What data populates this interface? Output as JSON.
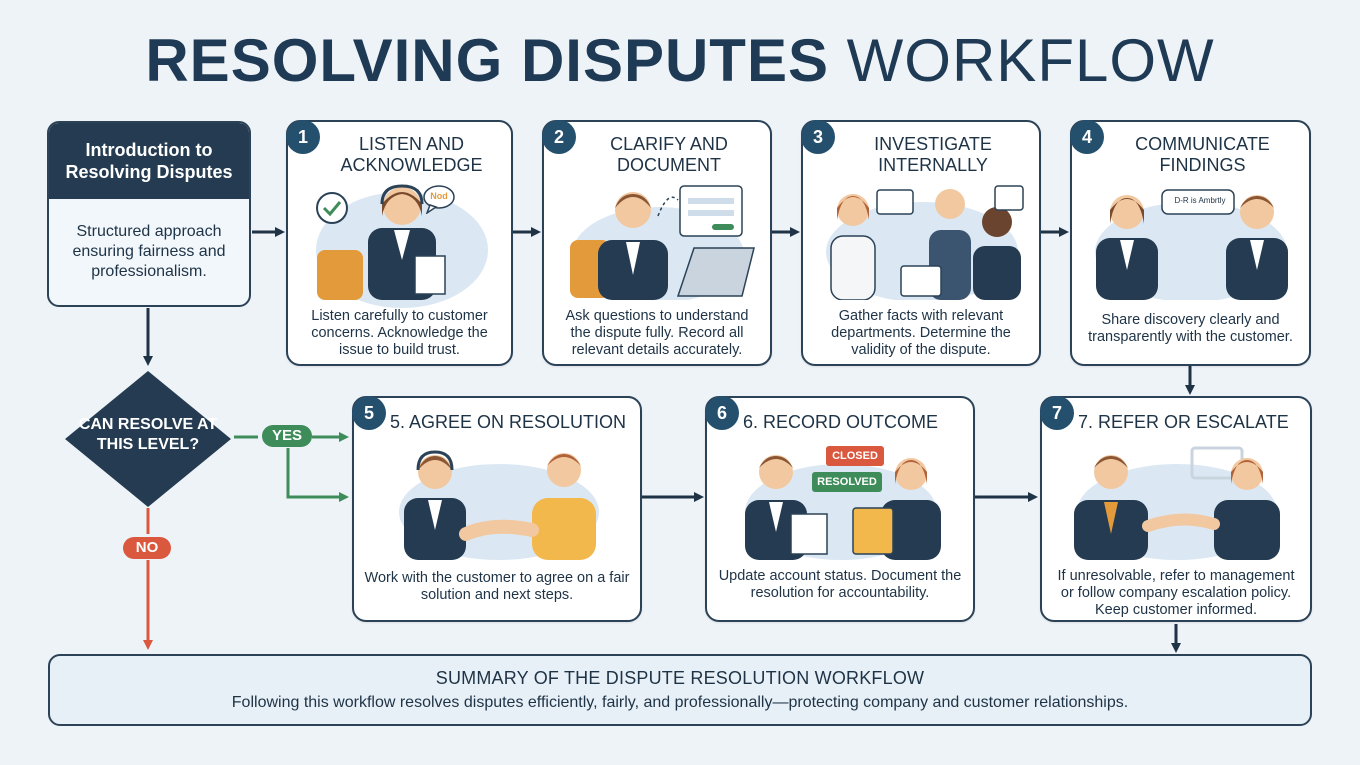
{
  "title": {
    "part1": "RESOLVING DISPUTES",
    "part2": "WORKFLOW"
  },
  "intro": {
    "heading": "Introduction to Resolving Disputes",
    "body": "Structured approach ensuring fairness and professionalism."
  },
  "steps": [
    {
      "num": "1",
      "title": "LISTEN AND ACKNOWLEDGE",
      "desc": "Listen carefully to customer concerns. Acknowledge the issue to build trust."
    },
    {
      "num": "2",
      "title": "CLARIFY AND DOCUMENT",
      "desc": "Ask questions to understand the dispute fully. Record all relevant details accurately."
    },
    {
      "num": "3",
      "title": "INVESTIGATE INTERNALLY",
      "desc": "Gather facts with relevant departments. Determine the validity of the dispute."
    },
    {
      "num": "4",
      "title": "COMMUNICATE FINDINGS",
      "desc": "Share discovery clearly and transparently with the customer."
    },
    {
      "num": "5",
      "title": "5. AGREE ON RESOLUTION",
      "desc": "Work with the customer to agree on a fair solution and next steps."
    },
    {
      "num": "6",
      "title": "6. RECORD OUTCOME",
      "desc": "Update account status. Document the resolution for accountability."
    },
    {
      "num": "7",
      "title": "7. REFER OR ESCALATE",
      "desc": "If unresolvable, refer to management or follow company escalation policy. Keep customer informed."
    }
  ],
  "illustration_text": {
    "speech_bubble": "Nod",
    "tag_closed": "CLOSED",
    "tag_resolved": "RESOLVED",
    "findings_bubble": "D-R is Ambrtly"
  },
  "decision": {
    "label": "CAN RESOLVE AT THIS LEVEL?",
    "yes": "YES",
    "no": "NO"
  },
  "summary": {
    "title": "SUMMARY OF THE DISPUTE RESOLUTION WORKFLOW",
    "text": "Following this workflow resolves disputes efficiently, fairly, and professionally—protecting company and customer relationships."
  },
  "colors": {
    "navy": "#243b51",
    "badge": "#24506e",
    "yes_green": "#3d8c5a",
    "no_red": "#d9583e",
    "background": "#eef3f8"
  }
}
